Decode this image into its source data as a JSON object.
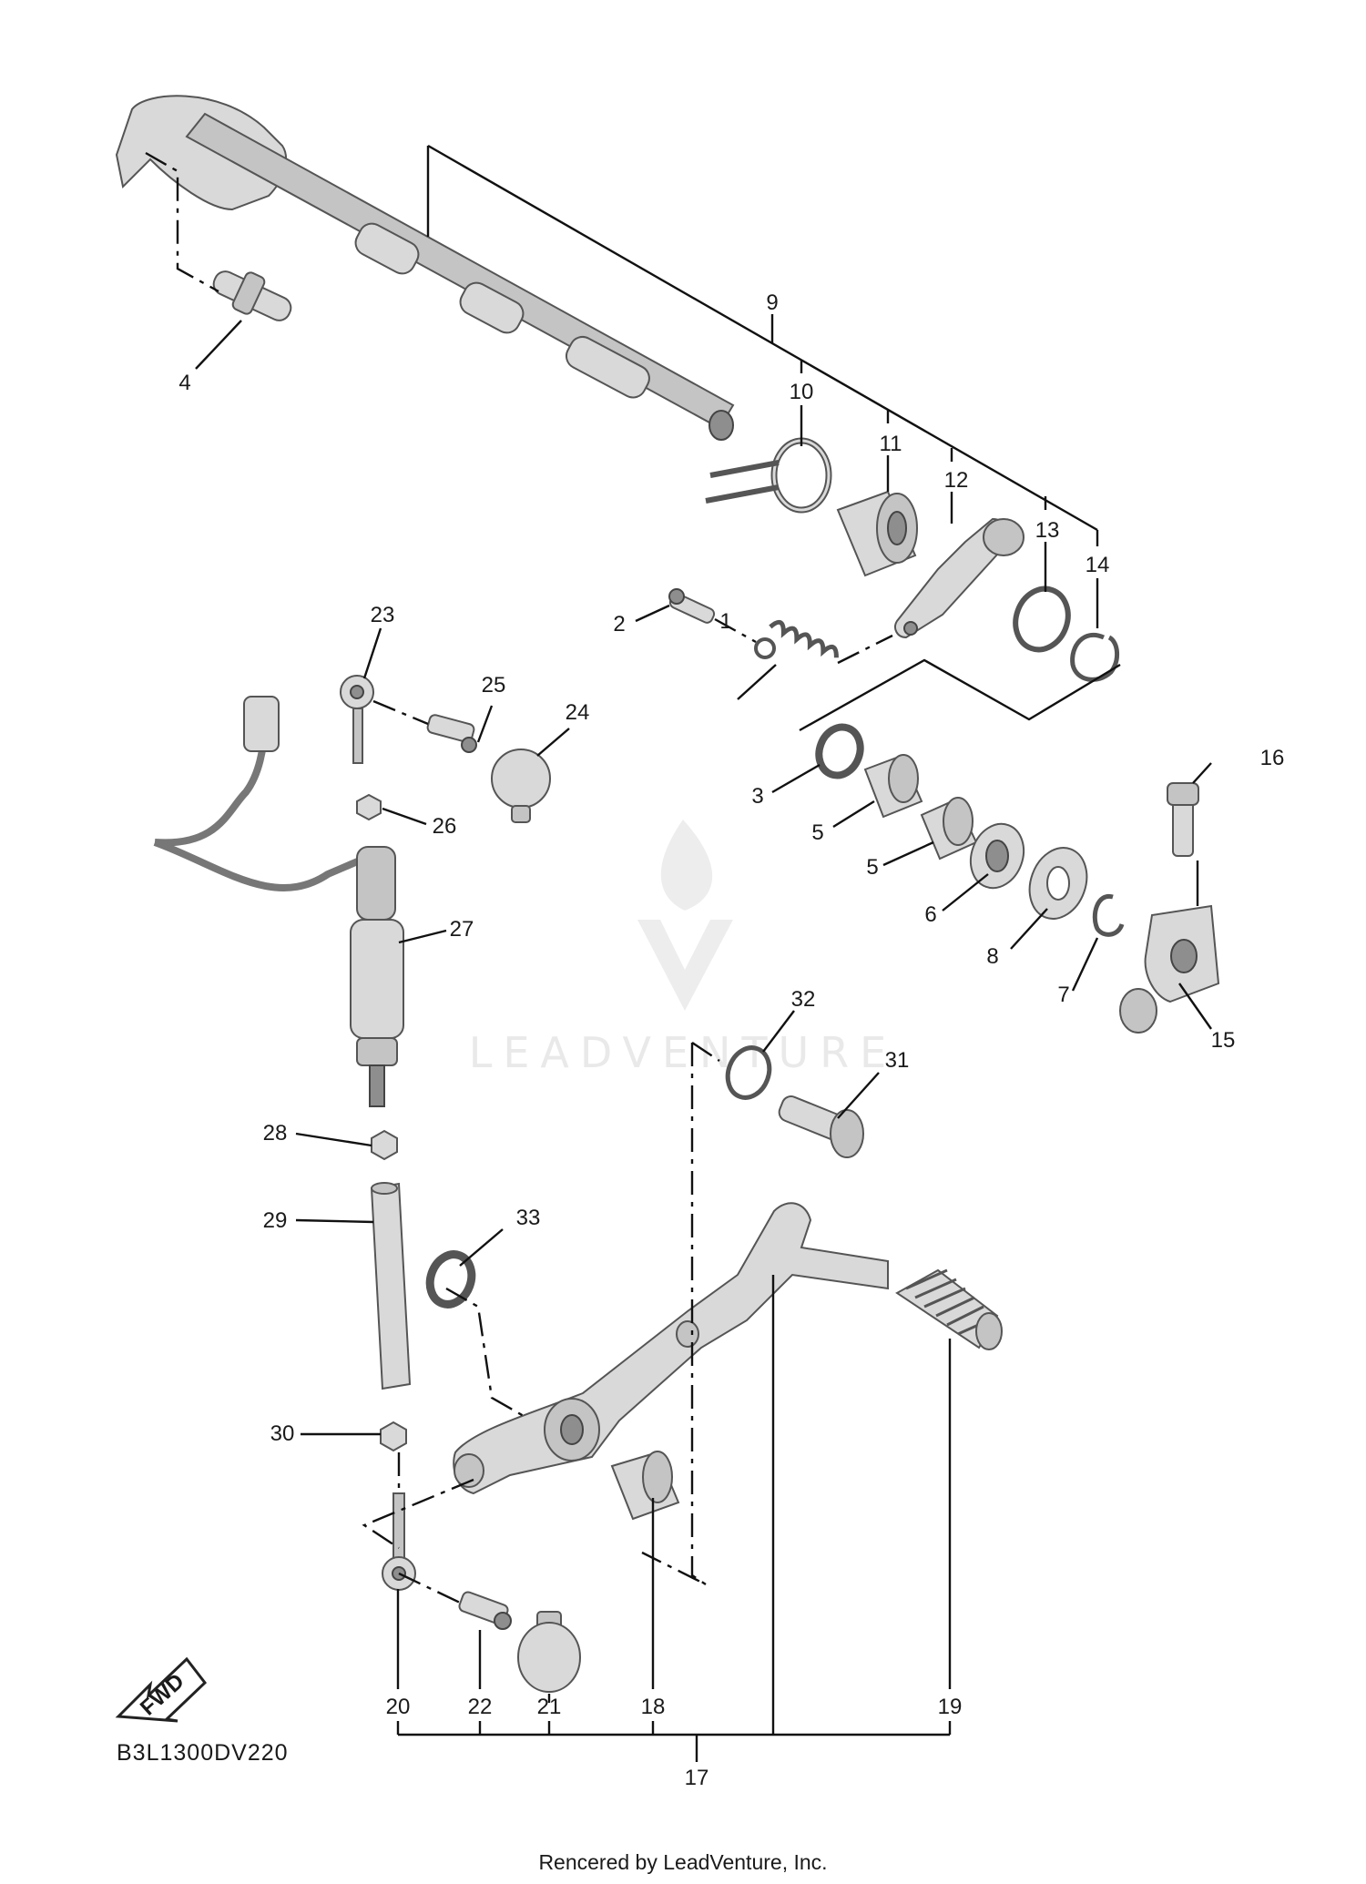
{
  "diagram": {
    "code": "B3L1300DV220",
    "footer": "Rencered by LeadVenture, Inc.",
    "watermark": "LEADVENTURE",
    "fwd_label": "FWD",
    "callouts": [
      "1",
      "2",
      "3",
      "4",
      "5",
      "5",
      "6",
      "7",
      "8",
      "9",
      "10",
      "11",
      "12",
      "13",
      "14",
      "15",
      "16",
      "17",
      "18",
      "19",
      "20",
      "21",
      "22",
      "23",
      "24",
      "25",
      "26",
      "27",
      "28",
      "29",
      "30",
      "31",
      "32",
      "33"
    ]
  }
}
